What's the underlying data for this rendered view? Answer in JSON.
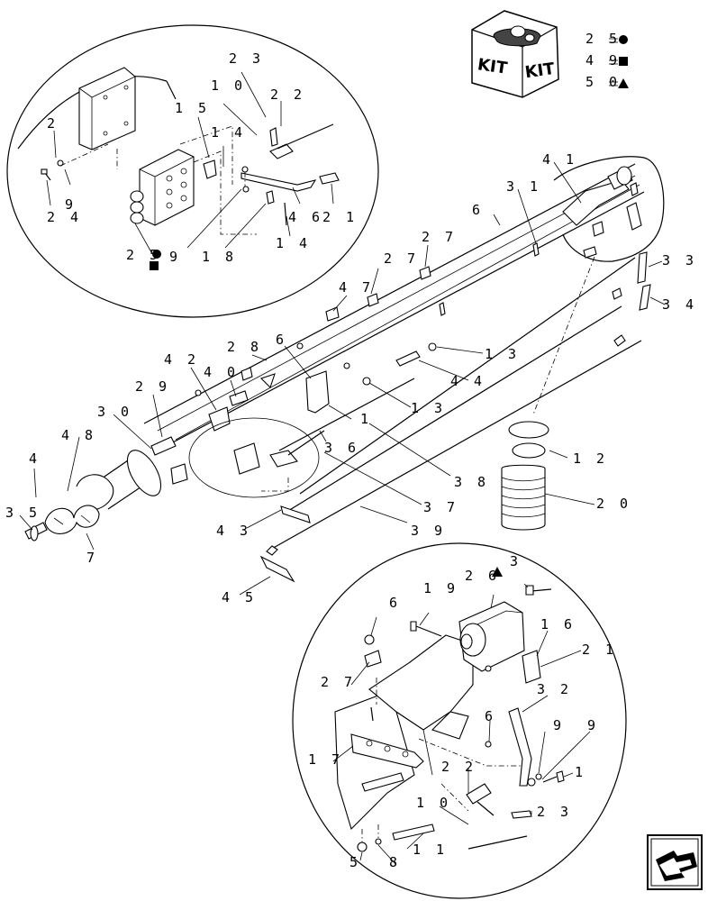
{
  "legend": [
    {
      "num": "2 5",
      "marker": "circle"
    },
    {
      "num": "4 9",
      "marker": "square"
    },
    {
      "num": "5 0",
      "marker": "triangle"
    }
  ],
  "kit_box": {
    "text_left": "KIT",
    "text_right": "KIT"
  },
  "labels": {
    "l23a": "2 3",
    "l10a": "1 0",
    "l22a": "2 2",
    "l15": "1 5",
    "l2": "2",
    "l14a": "1 4",
    "l9a": "9",
    "l24": "2 4",
    "l21a": "2 1",
    "l46": "4 6",
    "l14b": "1 4",
    "l25": "2 5",
    "l9b": "9",
    "l18": "1 8",
    "l41": "4 1",
    "l31": "3 1",
    "l6a": "6",
    "l27a": "2 7",
    "l27b": "2 7",
    "l47": "4 7",
    "l33": "3 3",
    "l34": "3 4",
    "l13a": "1 3",
    "l44": "4 4",
    "l28": "2 8",
    "l6b": "6",
    "l42": "4 2",
    "l40": "4 0",
    "l13b": "1 3",
    "l29": "2 9",
    "l1a": "1",
    "l30": "3 0",
    "l36": "3 6",
    "l38": "3 8",
    "l48": "4 8",
    "l4": "4",
    "l12": "1 2",
    "l20": "2 0",
    "l37": "3 7",
    "l35": "3 5",
    "l7": "7",
    "l43": "4 3",
    "l39": "3 9",
    "l45": "4 5",
    "l3": "3",
    "l26": "2 6",
    "l19": "1 9",
    "l6c": "6",
    "l16": "1 6",
    "l21b": "2 1",
    "l27c": "2 7",
    "l32": "3 2",
    "l6d": "6",
    "l9c": "9",
    "l9d": "9",
    "l17": "1 7",
    "l22b": "2 2",
    "l1b": "1",
    "l10b": "1 0",
    "l23b": "2 3",
    "l11": "1 1",
    "l5": "5",
    "l8": "8"
  }
}
